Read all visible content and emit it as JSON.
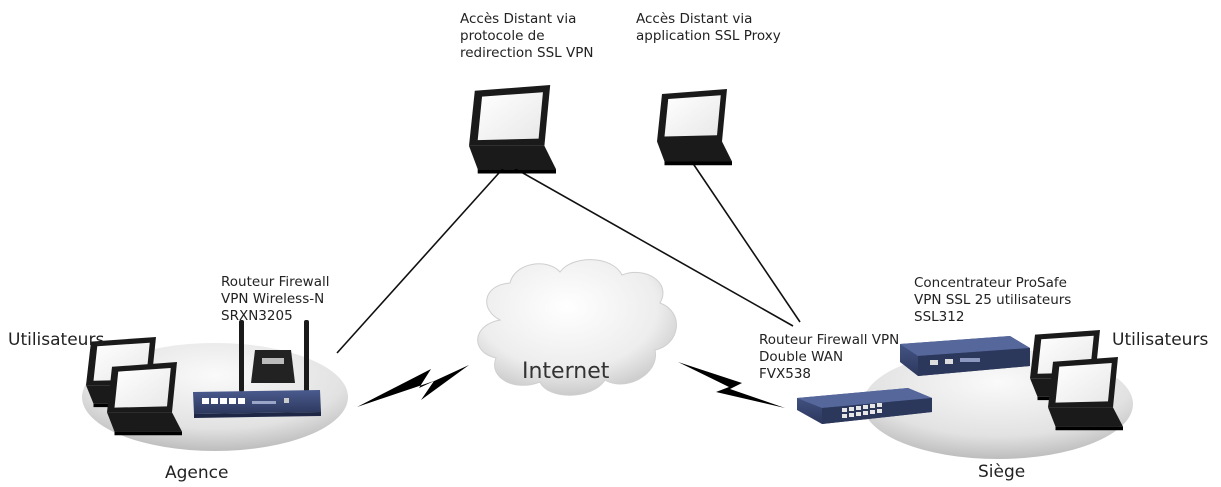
{
  "labels": {
    "remote_redirection": "Accès Distant via\nprotocole de\nredirection SSL VPN",
    "remote_proxy": "Accès Distant via\napplication SSL Proxy",
    "router_branch": "Routeur Firewall\nVPN Wireless-N\nSRXN3205",
    "users_left": "Utilisateurs",
    "branch": "Agence",
    "internet": "Internet",
    "concentrator": "Concentrateur ProSafe\nVPN SSL 25 utilisateurs\nSSL312",
    "router_hq": "Routeur Firewall VPN\nDouble WAN\nFVX538",
    "users_right": "Utilisateurs",
    "hq": "Siège"
  },
  "colors": {
    "line": "#111111",
    "platform_light": "#f4f4f4",
    "platform_dark": "#c9c9c9",
    "cloud_light": "#fafafa",
    "cloud_dark": "#c4c4c4",
    "device_blue": "#33426f",
    "laptop_body": "#1a1a1a"
  }
}
